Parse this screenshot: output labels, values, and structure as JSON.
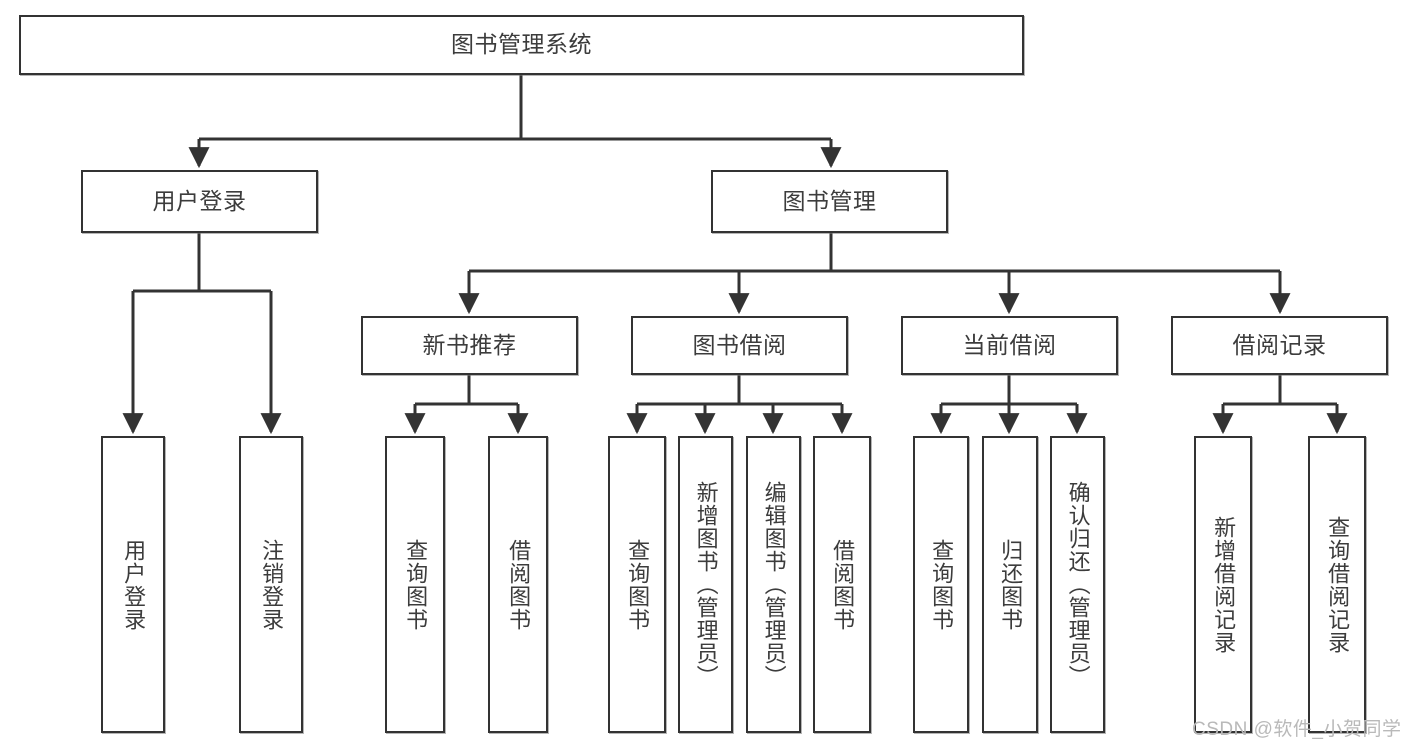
{
  "diagram": {
    "title": "图书管理系统",
    "type": "tree-hierarchy-chart",
    "background_color": "#ffffff",
    "box_border_color": "#333333",
    "text_color": "#3c3c3c"
  },
  "watermark": {
    "text": "CSDN @软件_小贺同学",
    "color": "#b9b9b9"
  },
  "nodes": {
    "root": {
      "label": "图书管理系统"
    },
    "level2": [
      {
        "label": "用户登录"
      },
      {
        "label": "图书管理"
      }
    ],
    "level3": [
      {
        "label": "新书推荐"
      },
      {
        "label": "图书借阅"
      },
      {
        "label": "当前借阅"
      },
      {
        "label": "借阅记录"
      }
    ],
    "leaves": {
      "user_login": [
        {
          "label": "用户登录"
        },
        {
          "label": "注销登录"
        }
      ],
      "new_book_recommend": [
        {
          "label": "查询图书"
        },
        {
          "label": "借阅图书"
        }
      ],
      "book_borrow": [
        {
          "label": "查询图书"
        },
        {
          "label": "新增图书（管理员）"
        },
        {
          "label": "编辑图书（管理员）"
        },
        {
          "label": "借阅图书"
        }
      ],
      "current_borrow": [
        {
          "label": "查询图书"
        },
        {
          "label": "归还图书"
        },
        {
          "label": "确认归还（管理员）"
        }
      ],
      "borrow_record": [
        {
          "label": "新增借阅记录"
        },
        {
          "label": "查询借阅记录"
        }
      ]
    }
  }
}
